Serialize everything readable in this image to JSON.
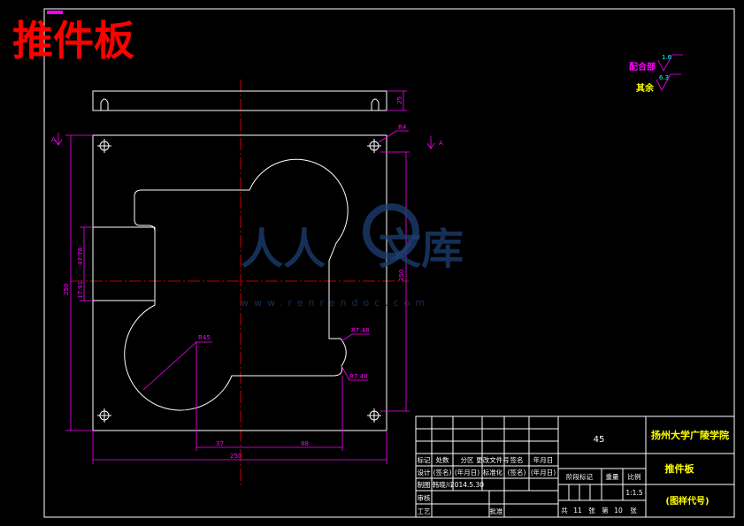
{
  "drawing": {
    "title": "推件板",
    "colors": {
      "background": "#000000",
      "line": "#ffffff",
      "dimension": "#ff00ff",
      "centerline": "#ff0000",
      "title": "#ff0000",
      "title_block_text": "#ffff00",
      "roughness_value": "#00ffff",
      "watermark": "#1d3f74"
    }
  },
  "roughness": {
    "fit_label": "配合部",
    "fit_value": "1.6",
    "other_label": "其余",
    "other_value": "6.3"
  },
  "dimensions": {
    "top_thickness": "25",
    "left_overall": "250",
    "left_upper": "47.78",
    "left_lower": "17.91",
    "right_overall": "250",
    "bottom_overall": "250",
    "bottom_left": "37",
    "bottom_right": "88",
    "radius_large": "R45",
    "radius_notch_upper": "R7.48",
    "radius_notch_lower": "R7.48",
    "radius_corner": "R4",
    "section_left": "A",
    "section_right": "A"
  },
  "title_block": {
    "material": "45",
    "school": "扬州大学广陵学院",
    "part_name": "推件板",
    "drawing_code": "(图样代号)",
    "header_row": [
      "标记",
      "处数",
      "分区",
      "更改文件号",
      "签名",
      "年月日"
    ],
    "design_row": [
      "设计",
      "(签名)",
      "(年月日)",
      "标准化",
      "(签名)",
      "(年月日)"
    ],
    "draw_row": [
      "制图",
      "韩晓川",
      "2014.5.30"
    ],
    "review": "审核",
    "process": "工艺",
    "approve": "批准",
    "stage_mark": "阶段标记",
    "weight": "重量",
    "scale_label": "比例",
    "scale": "1:1.5",
    "sheets": [
      "共",
      "11",
      "张",
      "第",
      "10",
      "张"
    ]
  },
  "watermark": {
    "logo_left": "人人",
    "logo_right": "文库",
    "url": "www.renrendoc.com"
  }
}
